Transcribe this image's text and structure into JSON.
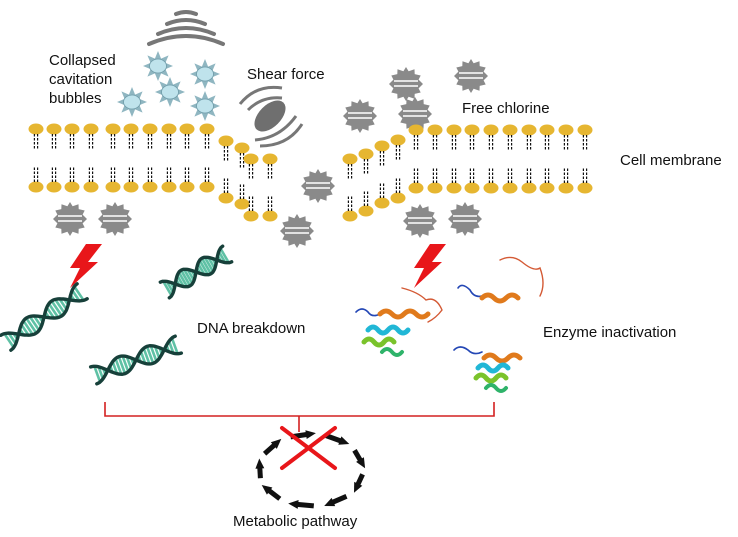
{
  "labels": {
    "bubbles": [
      "Collapsed",
      "cavitation",
      "bubbles"
    ],
    "shear_force": "Shear force",
    "free_chlorine": "Free chlorine",
    "cell_membrane": "Cell membrane",
    "dna_breakdown": "DNA breakdown",
    "enzyme_inactivation": "Enzyme inactivation",
    "metabolic_pathway": "Metabolic pathway"
  },
  "colors": {
    "lipid_head": "#E6B631",
    "chlorine_gear": "#8A8A8A",
    "bubble": "#A9D1DC",
    "lightning": "#E8161A",
    "bracket": "#D42020",
    "cross": "#E8161A",
    "dna_backbone": "#17403A",
    "dna_rungs": "#5FC1A5",
    "pathway_arrow": "#111111"
  },
  "icons": [
    "sound-wave-icon",
    "bubble-icon",
    "shear-force-icon",
    "chlorine-gear-icon",
    "lightning-icon",
    "dna-icon",
    "protein-icon",
    "cross-icon"
  ]
}
